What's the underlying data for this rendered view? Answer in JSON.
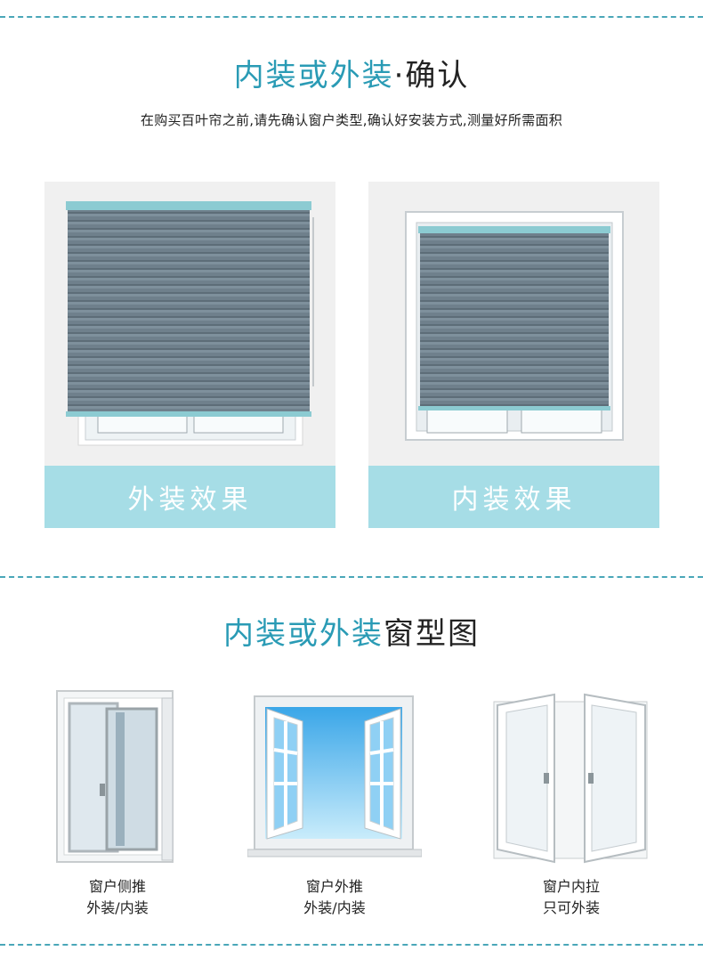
{
  "section1": {
    "title_accent": "内装或外装",
    "title_rest": "·确认",
    "subtitle": "在购买百叶帘之前,请先确认窗户类型,确认好安装方式,测量好所需面积"
  },
  "cards": [
    {
      "label": "外装效果"
    },
    {
      "label": "内装效果"
    }
  ],
  "section2": {
    "title_accent": "内装或外装",
    "title_rest": "窗型图"
  },
  "windows": [
    {
      "line1": "窗户侧推",
      "line2": "外装/内装"
    },
    {
      "line1": "窗户外推",
      "line2": "外装/内装"
    },
    {
      "line1": "窗户内拉",
      "line2": "只可外装"
    }
  ],
  "colors": {
    "accent": "#2a9bb5",
    "band": "#a6dde6",
    "shade": "#6c7e8a",
    "rail": "#8ccbd2"
  }
}
